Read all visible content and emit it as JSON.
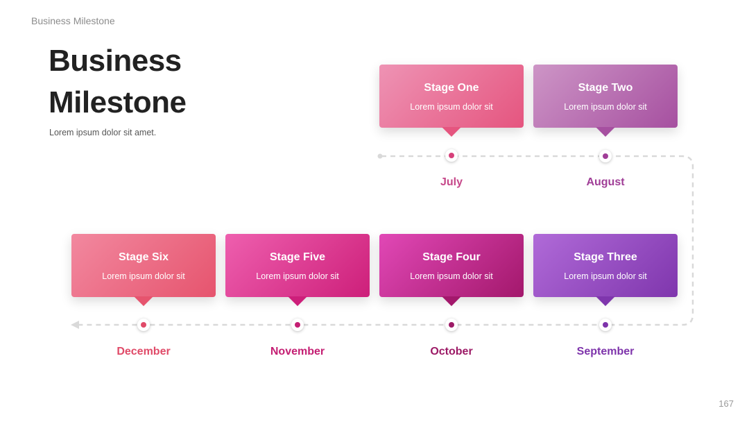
{
  "header": {
    "label": "Business Milestone"
  },
  "title": {
    "line1": "Business",
    "line2": "Milestone"
  },
  "subtitle": "Lorem ipsum dolor sit amet.",
  "page_number": "167",
  "colors": {
    "dashed_line": "#d9d9d9",
    "stage_one": [
      "#ee93b4",
      "#e5557f"
    ],
    "stage_two": [
      "#cd95c6",
      "#a650a0"
    ],
    "stage_three": [
      "#b06ad8",
      "#7f36ad"
    ],
    "stage_four": [
      "#e148b6",
      "#a3186c"
    ],
    "stage_five": [
      "#ee5fae",
      "#cd1f7a"
    ],
    "stage_six": [
      "#f2889f",
      "#e6546e"
    ]
  },
  "milestones": [
    {
      "title": "Stage One",
      "text": "Lorem ipsum dolor sit",
      "month": "July",
      "month_color": "#c64789",
      "dot_color": "#d6407a"
    },
    {
      "title": "Stage Two",
      "text": "Lorem ipsum dolor sit",
      "month": "August",
      "month_color": "#a03e97",
      "dot_color": "#a03e97"
    },
    {
      "title": "Stage Three",
      "text": "Lorem ipsum dolor sit",
      "month": "September",
      "month_color": "#7e34ab",
      "dot_color": "#7e34ab"
    },
    {
      "title": "Stage Four",
      "text": "Lorem ipsum dolor sit",
      "month": "October",
      "month_color": "#9c1a66",
      "dot_color": "#9c1a66"
    },
    {
      "title": "Stage Five",
      "text": "Lorem ipsum dolor sit",
      "month": "November",
      "month_color": "#c41f73",
      "dot_color": "#c41f73"
    },
    {
      "title": "Stage Six",
      "text": "Lorem ipsum dolor sit",
      "month": "December",
      "month_color": "#e04a68",
      "dot_color": "#e04a68"
    }
  ]
}
